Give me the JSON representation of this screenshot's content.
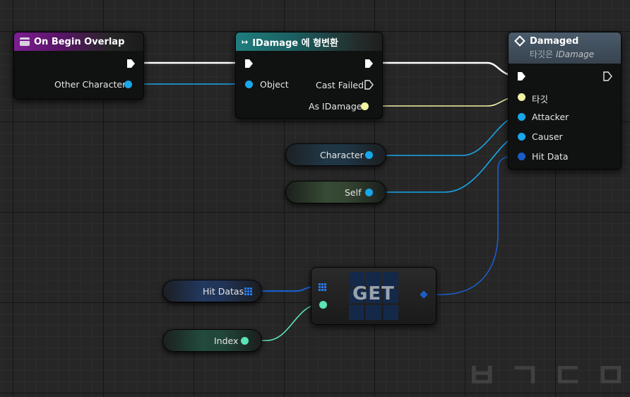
{
  "nodes": {
    "begin_overlap": {
      "title": "On Begin Overlap",
      "pin_other_character": "Other Character"
    },
    "cast": {
      "title": "IDamage 에 형변환",
      "pin_object": "Object",
      "pin_cast_failed": "Cast Failed",
      "pin_as_idamage": "As IDamage"
    },
    "damaged": {
      "title": "Damaged",
      "subtitle_prefix": "타깃은",
      "subtitle_interface": "IDamage",
      "pin_target": "타깃",
      "pin_attacker": "Attacker",
      "pin_causer": "Causer",
      "pin_hit_data": "Hit Data"
    },
    "character_var": {
      "label": "Character"
    },
    "self_var": {
      "label": "Self"
    },
    "hit_datas_var": {
      "label": "Hit Datas"
    },
    "index_var": {
      "label": "Index"
    },
    "get": {
      "label": "GET"
    }
  },
  "colors": {
    "exec_wire": "#ffffff",
    "object_wire": "#18a7ea",
    "interface_wire": "#f0f3a4",
    "struct_wire": "#1a5dc8",
    "int_wire": "#5be4b8"
  },
  "icons": {
    "event": "event-icon",
    "cast": "cast-arrow-icon",
    "message": "interface-message-icon",
    "array": "array-grid-icon"
  }
}
